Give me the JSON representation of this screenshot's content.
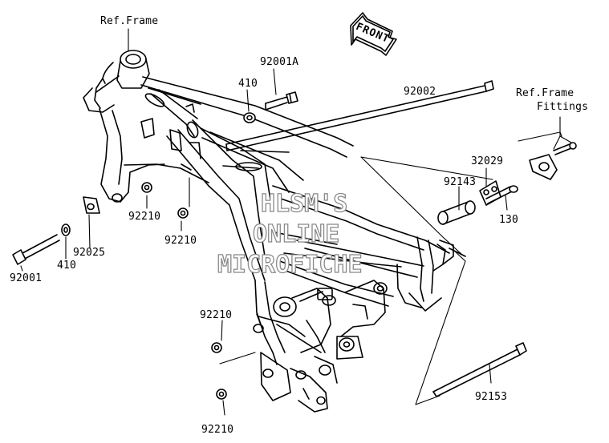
{
  "front_arrow": {
    "text": "FRONT"
  },
  "watermark": {
    "line1": "HLSM'S",
    "line2": "ONLINE",
    "line3": "MICROFICHE"
  },
  "labels": {
    "ref_frame_top": "Ref.Frame",
    "p92001A": "92001A",
    "p410_top": "410",
    "p92002": "92002",
    "ref_frame_fittings_1": "Ref.Frame",
    "ref_frame_fittings_2": "Fittings",
    "p32029": "32029",
    "p92143": "92143",
    "p130": "130",
    "p92210_a": "92210",
    "p92210_b": "92210",
    "p92025": "92025",
    "p410_left": "410",
    "p92001": "92001",
    "p92210_c": "92210",
    "p92210_d": "92210",
    "p92153": "92153"
  },
  "colors": {
    "line": "#000000",
    "watermark_outline": "#8a8a8a",
    "background": "#ffffff"
  }
}
